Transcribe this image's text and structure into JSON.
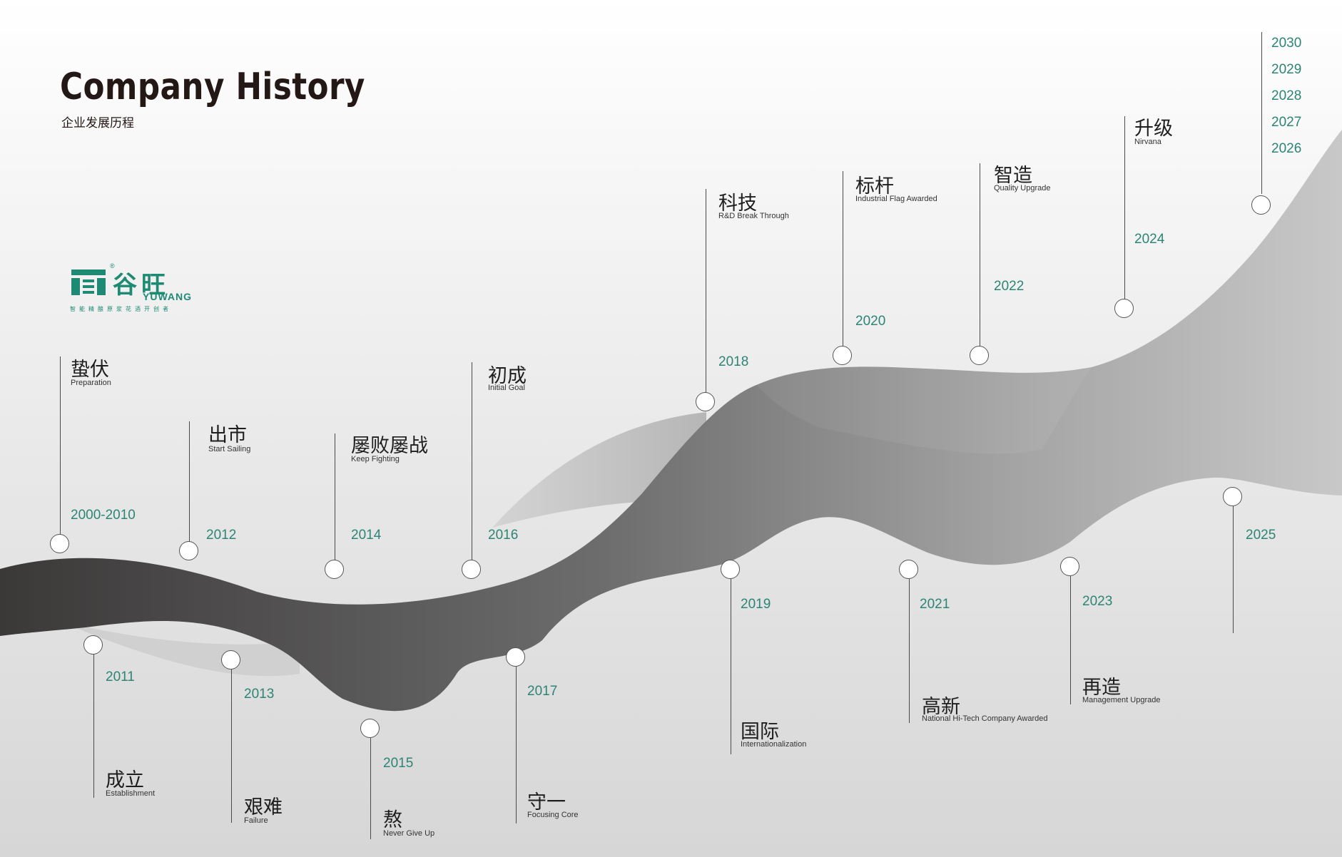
{
  "header": {
    "title": "Company History",
    "subtitle": "企业发展历程"
  },
  "logo": {
    "cn": "谷旺",
    "en": "YUWANG",
    "reg": "®",
    "tagline": "智能精酿原浆花酒开创者",
    "brand_color": "#1f8a73"
  },
  "colors": {
    "year": "#2c8574",
    "text": "#1e1e1e",
    "line": "#4a4a4a"
  },
  "milestones": [
    {
      "year": "2000-2010",
      "cn": "蛰伏",
      "en": "Preparation"
    },
    {
      "year": "2011",
      "cn": "成立",
      "en": "Establishment"
    },
    {
      "year": "2012",
      "cn": "出市",
      "en": "Start Sailing"
    },
    {
      "year": "2013",
      "cn": "艰难",
      "en": "Failure"
    },
    {
      "year": "2014",
      "cn": "屡败屡战",
      "en": "Keep Fighting"
    },
    {
      "year": "2015",
      "cn": "熬",
      "en": "Never Give Up"
    },
    {
      "year": "2016",
      "cn": "初成",
      "en": "Initial Goal"
    },
    {
      "year": "2017",
      "cn": "守一",
      "en": "Focusing Core"
    },
    {
      "year": "2018",
      "cn": "科技",
      "en": "R&D Break Through"
    },
    {
      "year": "2019",
      "cn": "国际",
      "en": "Internationalization"
    },
    {
      "year": "2020",
      "cn": "标杆",
      "en": "Industrial Flag Awarded"
    },
    {
      "year": "2021",
      "cn": "高新",
      "en": "National Hi-Tech Company Awarded"
    },
    {
      "year": "2022",
      "cn": "智造",
      "en": "Quality Upgrade"
    },
    {
      "year": "2023",
      "cn": "再造",
      "en": "Management Upgrade"
    },
    {
      "year": "2024",
      "cn": "升级",
      "en": "Nirvana"
    },
    {
      "year": "2025",
      "cn": "",
      "en": ""
    }
  ],
  "future_years": [
    "2030",
    "2029",
    "2028",
    "2027",
    "2026"
  ]
}
